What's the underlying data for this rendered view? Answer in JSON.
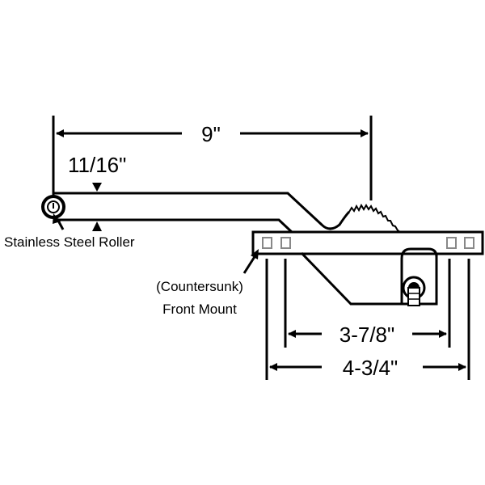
{
  "diagram": {
    "dimensions": {
      "overall_length": "9\"",
      "arm_width": "11/16\"",
      "hole_spacing": "3-7/8\"",
      "base_length": "4-3/4\""
    },
    "labels": {
      "roller": "Stainless Steel Roller",
      "mount_line1": "(Countersunk)",
      "mount_line2": "Front Mount"
    },
    "colors": {
      "line": "#000000",
      "background": "#ffffff"
    }
  }
}
